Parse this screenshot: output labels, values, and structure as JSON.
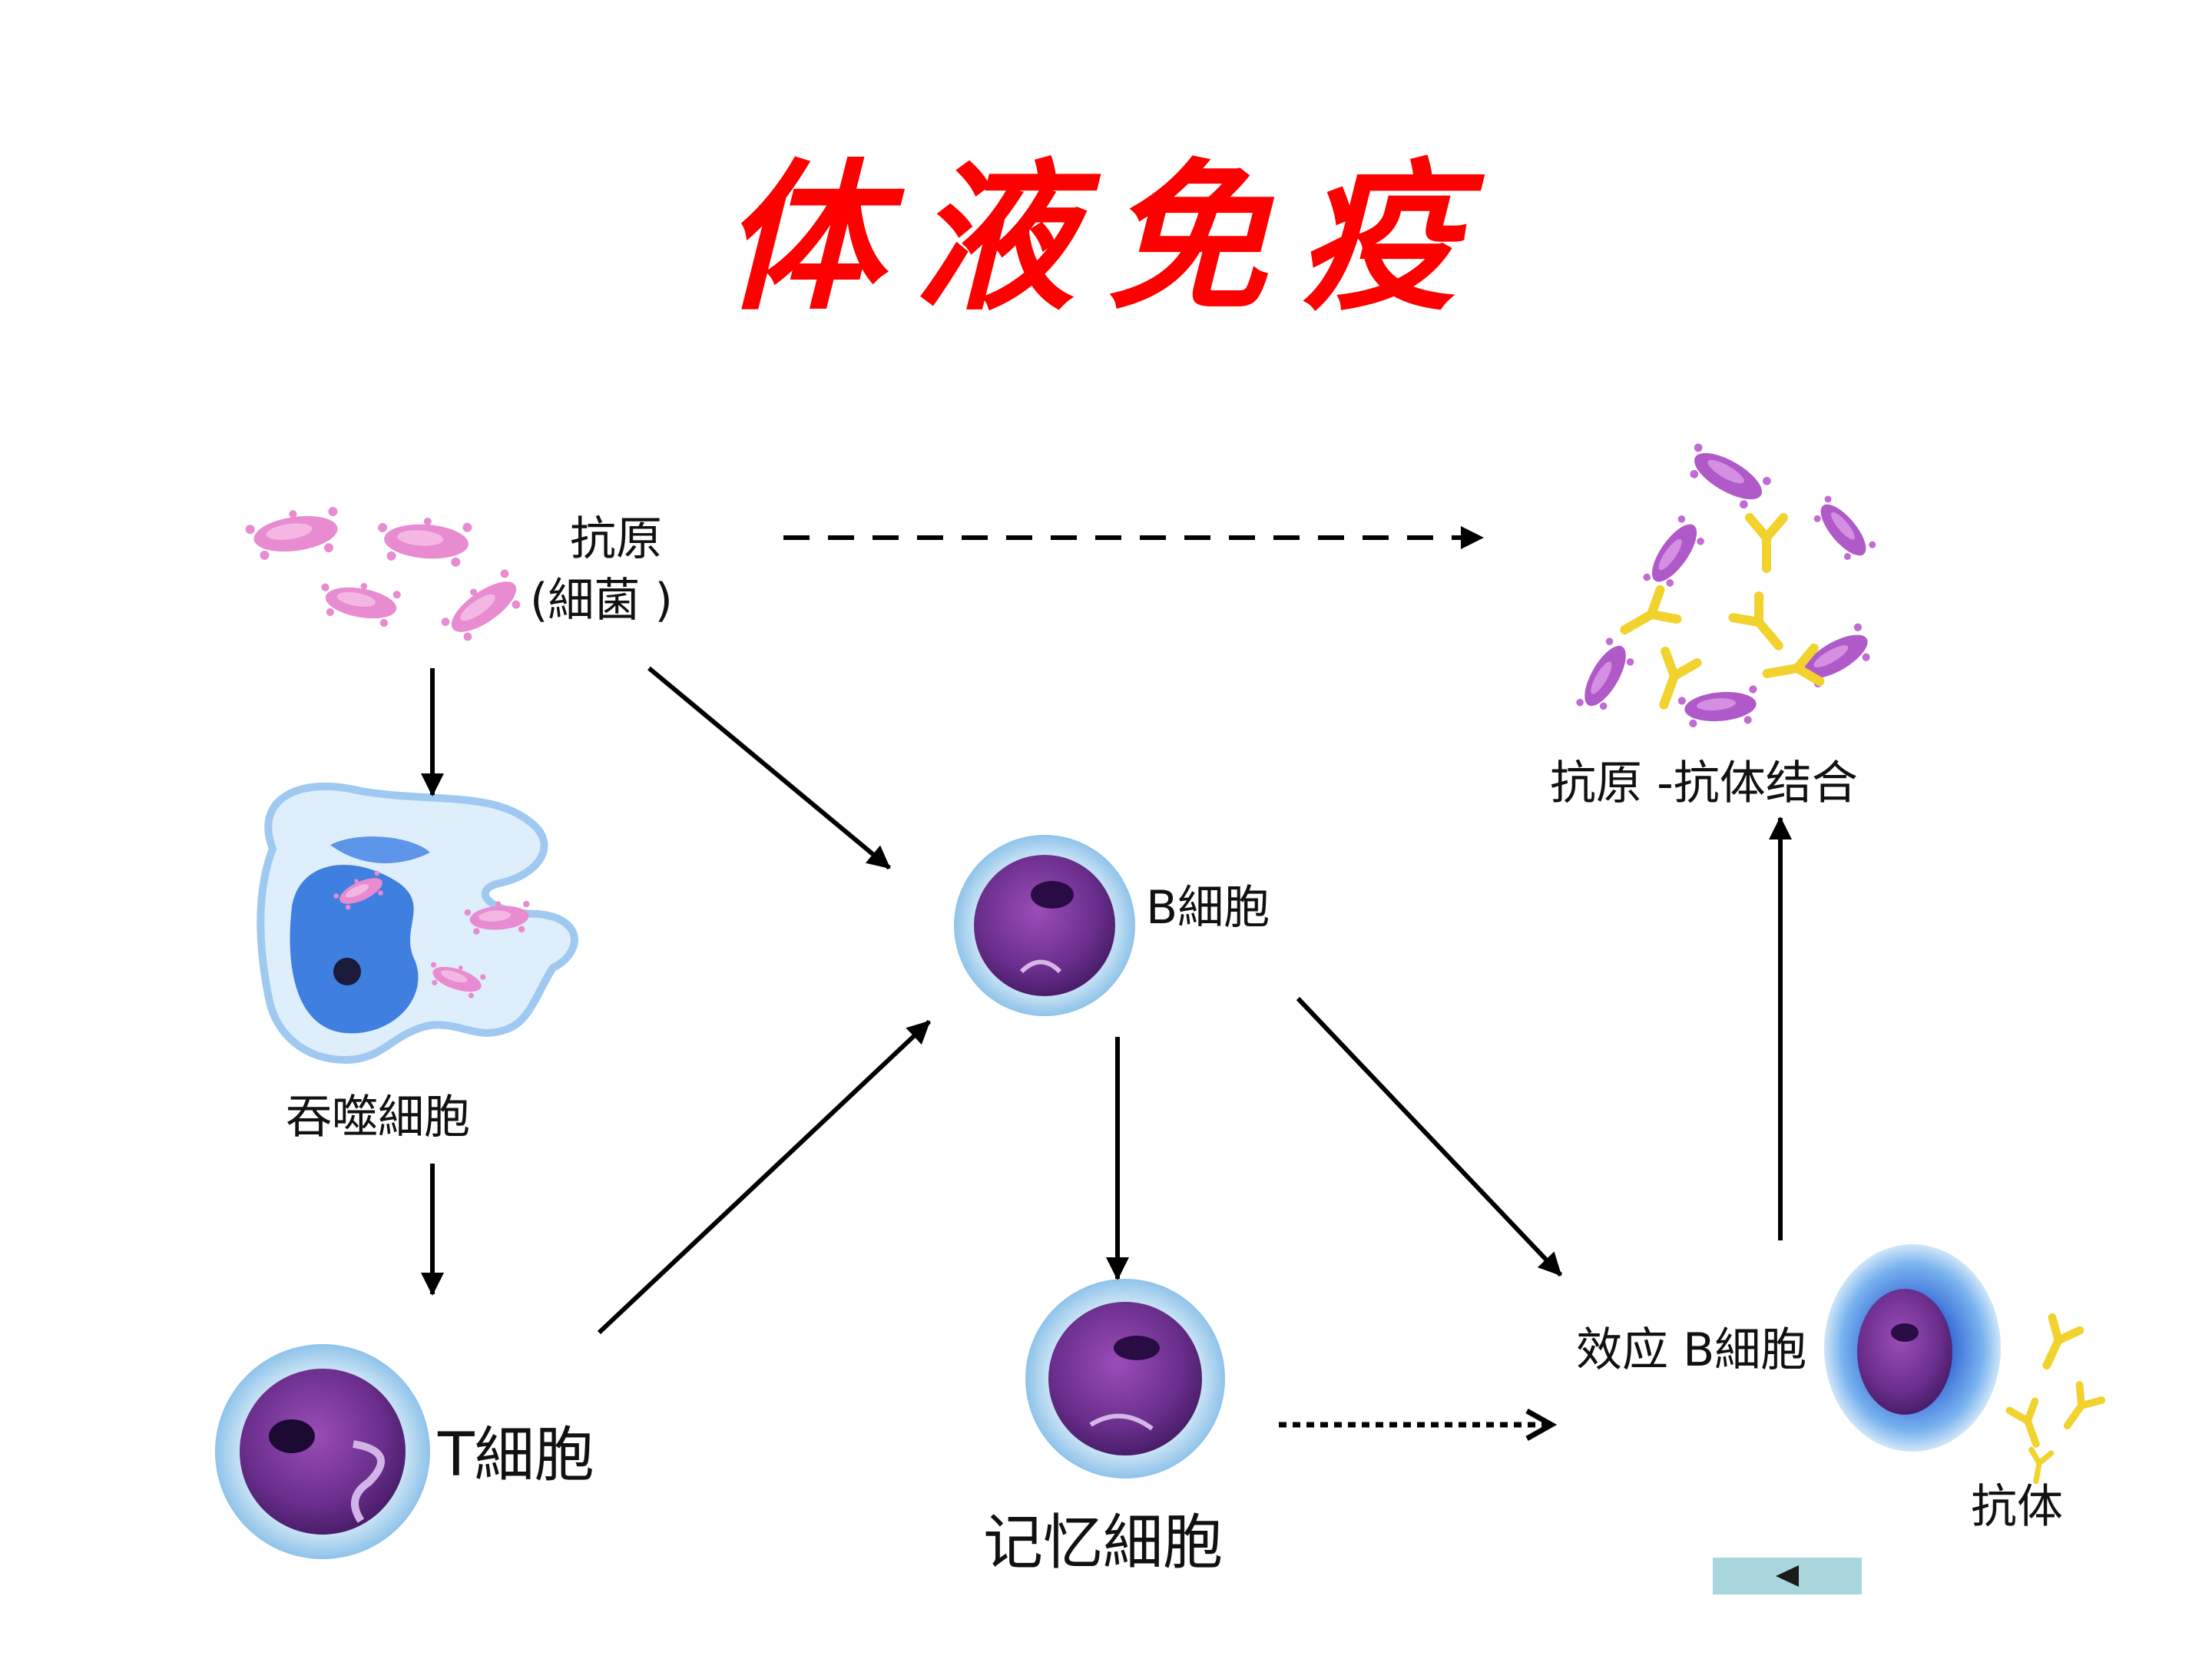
{
  "title": "体液免疫",
  "nodes": {
    "antigen": {
      "label_line1": "抗原",
      "label_line2": "(細菌 )"
    },
    "antigen_antibody": {
      "label": "抗原 -抗体结合"
    },
    "phagocyte": {
      "label": "吞噬細胞"
    },
    "b_cell": {
      "label": "B細胞"
    },
    "t_cell": {
      "label": "T細胞"
    },
    "memory_cell": {
      "label": "记忆細胞"
    },
    "effector_b": {
      "label": "效应 B細胞"
    },
    "antibody": {
      "label": "抗体"
    }
  },
  "colors": {
    "title": "#ff0000",
    "bacteria": "#e26fc4",
    "cell_nucleus": "#6a2e8c",
    "cell_membrane": "#7fb6e8",
    "phagocyte": "#3f7fe0",
    "antibody": "#f2d22c",
    "arrow": "#000000",
    "back_button": "#a9d5dc"
  },
  "nav": {
    "back_icon": "back-triangle-icon"
  }
}
